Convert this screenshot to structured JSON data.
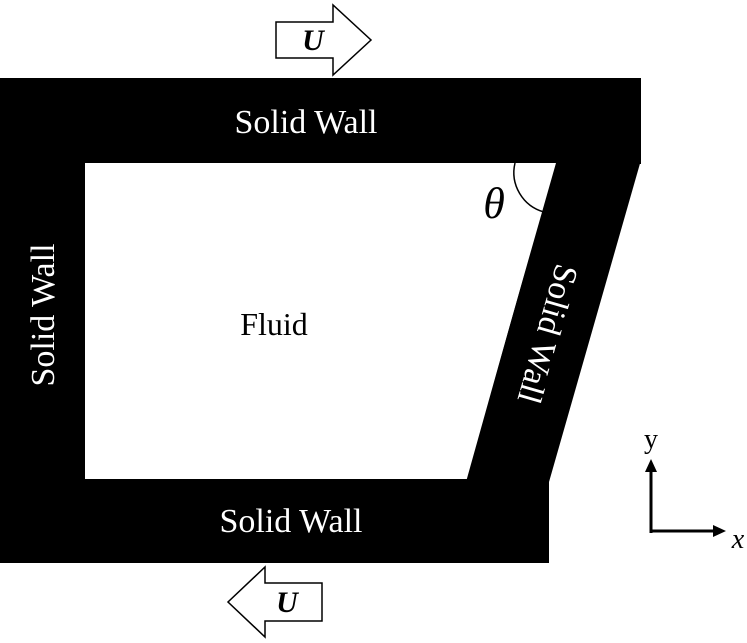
{
  "velocity": {
    "top": "U",
    "bottom": "U"
  },
  "walls": {
    "top": "Solid Wall",
    "left": "Solid Wall",
    "right": "Solid Wall",
    "bottom": "Solid Wall"
  },
  "fluid": "Fluid",
  "angle": "θ",
  "axes": {
    "x": "x",
    "y": "y"
  },
  "colors": {
    "wall": "#000000",
    "fluid": "#ffffff",
    "text_on_wall": "#ffffff"
  }
}
